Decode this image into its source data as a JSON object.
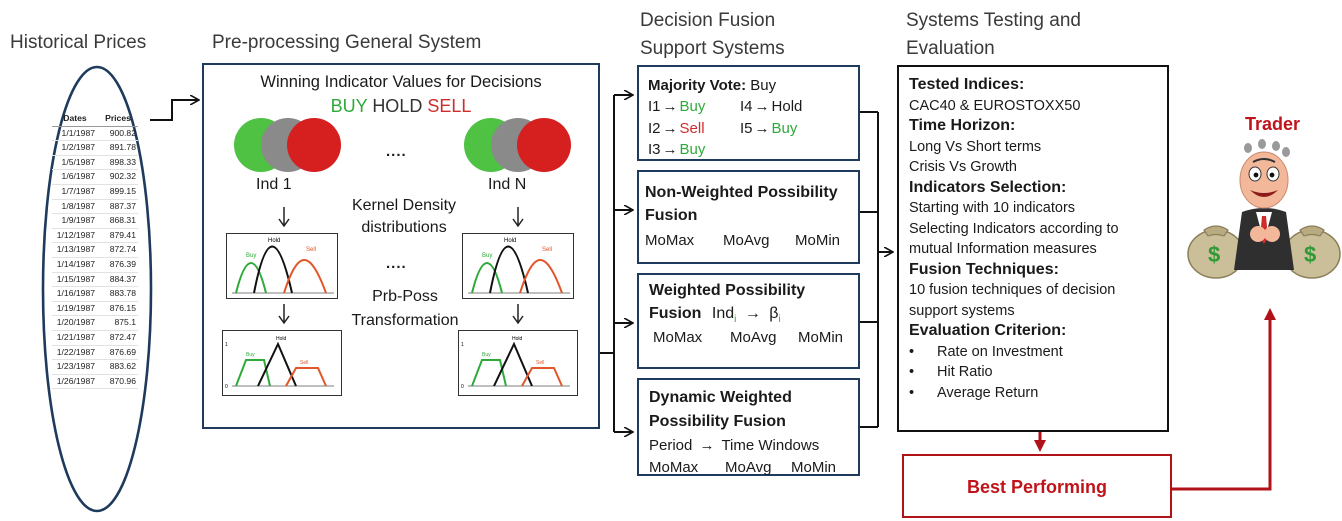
{
  "headers": {
    "historical": "Historical Prices",
    "preprocessing": "Pre-processing General System",
    "fusion_1": "Decision Fusion",
    "fusion_2": "Support Systems",
    "testing_1": "Systems Testing and",
    "testing_2": "Evaluation"
  },
  "prices_table": {
    "columns": [
      "Dates",
      "Prices"
    ],
    "rows": [
      [
        "1/1/1987",
        "900.82"
      ],
      [
        "1/2/1987",
        "891.78"
      ],
      [
        "1/5/1987",
        "898.33"
      ],
      [
        "1/6/1987",
        "902.32"
      ],
      [
        "1/7/1987",
        "899.15"
      ],
      [
        "1/8/1987",
        "887.37"
      ],
      [
        "1/9/1987",
        "868.31"
      ],
      [
        "1/12/1987",
        "879.41"
      ],
      [
        "1/13/1987",
        "872.74"
      ],
      [
        "1/14/1987",
        "876.39"
      ],
      [
        "1/15/1987",
        "884.37"
      ],
      [
        "1/16/1987",
        "883.78"
      ],
      [
        "1/19/1987",
        "876.15"
      ],
      [
        "1/20/1987",
        "875.1"
      ],
      [
        "1/21/1987",
        "872.47"
      ],
      [
        "1/22/1987",
        "876.69"
      ],
      [
        "1/23/1987",
        "883.62"
      ],
      [
        "1/26/1987",
        "870.96"
      ]
    ]
  },
  "preprocessing": {
    "title": "Winning Indicator Values for Decisions",
    "buy": "BUY",
    "hold": "HOLD",
    "sell": "SELL",
    "ind1": "Ind 1",
    "indN": "Ind N",
    "dots": "....",
    "kde_1": "Kernel Density",
    "kde_2": "distributions",
    "prb_1": "Prb-Poss",
    "prb_2": "Transformation",
    "chart_hold": "Hold",
    "chart_buy": "Buy",
    "chart_sell": "Sell",
    "axis_one": "1",
    "axis_zero": "0"
  },
  "fusion": {
    "majority_label": "Majority Vote:",
    "majority_value": "Buy",
    "i1": "I1",
    "i1_arrow": "→",
    "i1_val": "Buy",
    "i2": "I2",
    "i2_arrow": "→",
    "i2_val": "Sell",
    "i3": "I3",
    "i3_arrow": "→",
    "i3_val": "Buy",
    "i4": "I4",
    "i4_arrow": "→",
    "i4_val": "Hold",
    "i5": "I5",
    "i5_arrow": "→",
    "i5_val": "Buy",
    "nonweighted_1": "Non-Weighted Possibility",
    "nonweighted_2": "Fusion",
    "mo_max": "MoMax",
    "mo_avg": "MoAvg",
    "mo_min": "MoMin",
    "weighted_1": "Weighted Possibility",
    "weighted_2": "Fusion",
    "ind_i": "Ind",
    "sub_i": "i",
    "arrow": "→",
    "beta": "β",
    "dynamic_1": "Dynamic Weighted",
    "dynamic_2": "Possibility Fusion",
    "period": "Period",
    "time_windows": "Time Windows"
  },
  "testing": {
    "tested_indices": "Tested Indices:",
    "indices": "CAC40  &  EUROSTOXX50",
    "time_horizon": "Time Horizon:",
    "th_1": "Long Vs Short terms",
    "th_2": "Crisis Vs Growth",
    "indicators_selection": "Indicators Selection:",
    "is_1": "Starting with 10 indicators",
    "is_2": "Selecting Indicators according to",
    "is_3": "mutual Information measures",
    "fusion_techniques": "Fusion Techniques:",
    "ft_1": "10 fusion techniques  of decision",
    "ft_2": "support systems",
    "evaluation": "Evaluation Criterion:",
    "bullet": "•",
    "ev_1": "Rate on Investment",
    "ev_2": "Hit Ratio",
    "ev_3": "Average Return"
  },
  "best_performing": "Best Performing",
  "trader": "Trader",
  "money_symbol": "$",
  "colors": {
    "buy": "#2eaa3a",
    "sell": "#d02c2c",
    "box_border": "#1e3a5c",
    "dark_red": "#b01218",
    "hold_gray": "#8a8a8a"
  }
}
